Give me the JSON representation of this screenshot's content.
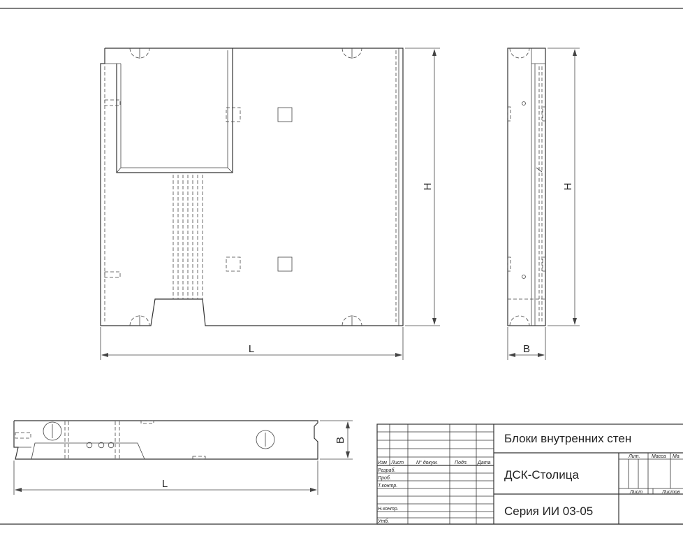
{
  "dimensions": {
    "front_length": "L",
    "front_height": "H",
    "side_height": "H",
    "side_width": "B",
    "plan_length": "L",
    "plan_width": "B"
  },
  "title_block": {
    "headers": [
      "Изм",
      "Лист",
      "N° докум.",
      "Подп.",
      "Дата"
    ],
    "roles": [
      "Разраб.",
      "Проб.",
      "Т.контр.",
      "Н.контр.",
      "Утб."
    ],
    "title": "Блоки внутренних стен",
    "organization": "ДСК-Столица",
    "series": "Серия ИИ 03-05",
    "stage_labels": [
      "Лит.",
      "Масса",
      "Ма"
    ],
    "sheet_labels": [
      "Лист",
      "Листов"
    ]
  },
  "colors": {
    "line": "#333333",
    "paper": "#ffffff"
  }
}
